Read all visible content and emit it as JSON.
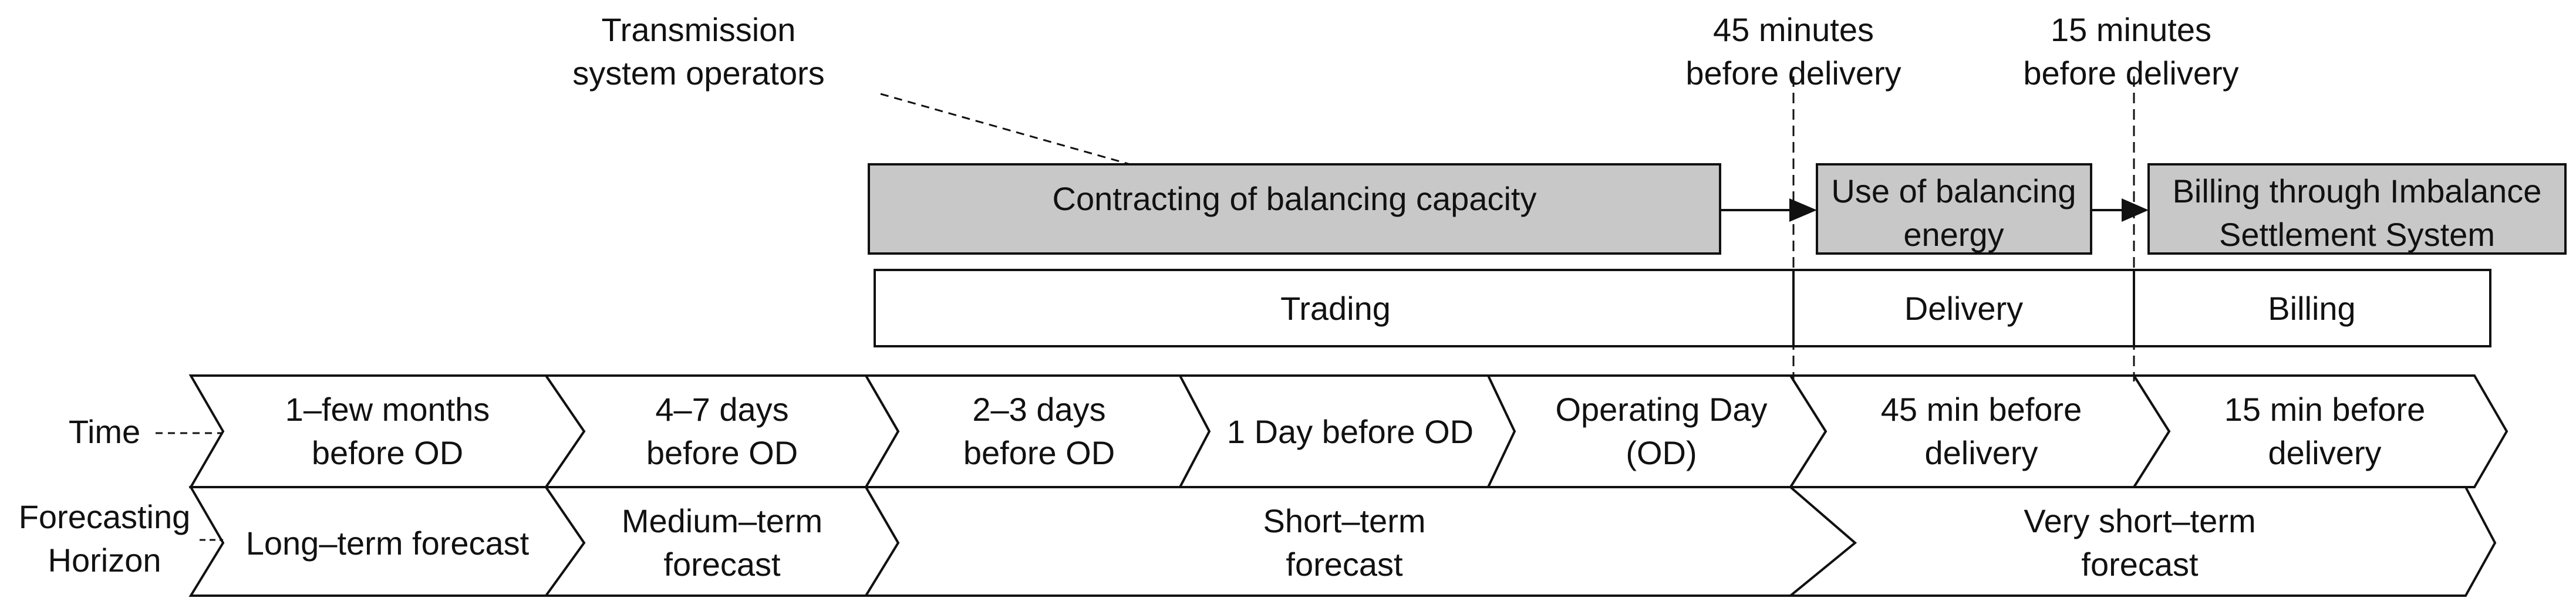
{
  "annotations": {
    "tso": [
      "Transmission",
      "system operators"
    ],
    "before45": [
      "45 minutes",
      "before delivery"
    ],
    "before15": [
      "15 minutes",
      "before delivery"
    ]
  },
  "process": {
    "contracting": [
      "Contracting of balancing capacity"
    ],
    "use": [
      "Use of balancing",
      "energy"
    ],
    "billing": [
      "Billing through Imbalance",
      "Settlement System"
    ]
  },
  "phases": {
    "trading": [
      "Trading"
    ],
    "delivery": [
      "Delivery"
    ],
    "billing": [
      "Billing"
    ]
  },
  "rows": {
    "time": [
      "Time"
    ],
    "horizon": [
      "Forecasting",
      "Horizon"
    ]
  },
  "time_cells": [
    [
      "1–few months",
      "before OD"
    ],
    [
      "4–7 days",
      "before OD"
    ],
    [
      "2–3 days",
      "before OD"
    ],
    [
      "1 Day before OD"
    ],
    [
      "Operating Day",
      "(OD)"
    ],
    [
      "45 min before",
      "delivery"
    ],
    [
      "15 min before",
      "delivery"
    ]
  ],
  "forecast_cells": [
    [
      "Long–term forecast"
    ],
    [
      "Medium–term",
      "forecast"
    ],
    [
      "Short–term",
      "forecast"
    ],
    [
      "Very short–term",
      "forecast"
    ]
  ],
  "colors": {
    "process_fill": "#c8c8c8",
    "stroke": "#111111",
    "background": "#ffffff"
  }
}
